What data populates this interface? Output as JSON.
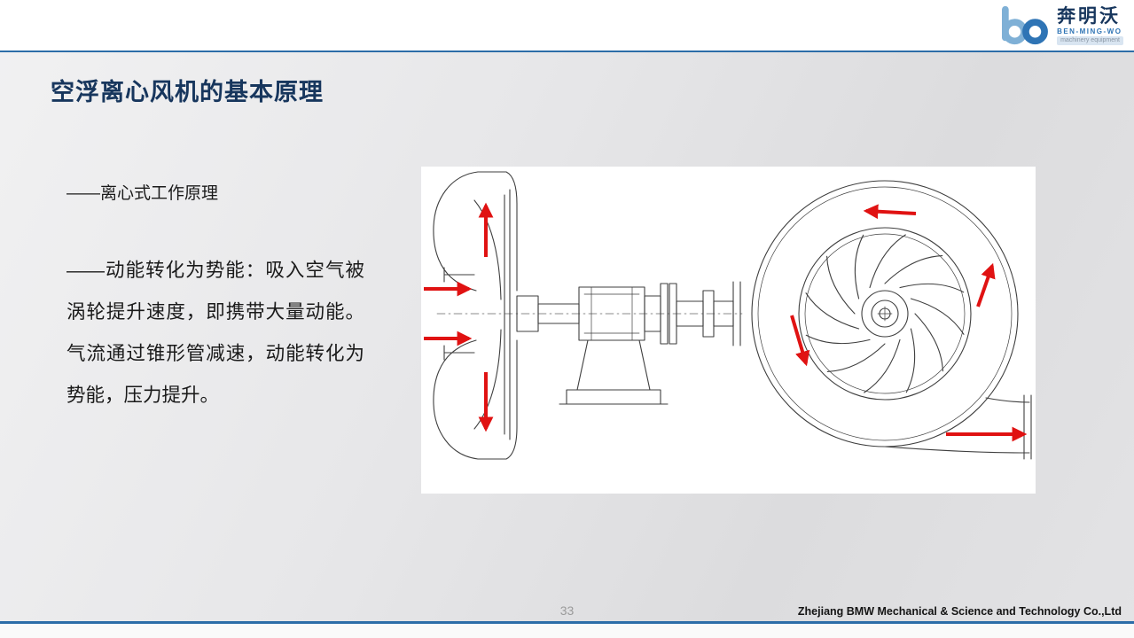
{
  "slide": {
    "title": "空浮离心风机的基本原理",
    "page_number": "33",
    "footer_company": "Zhejiang BMW Mechanical & Science and Technology Co.,Ltd"
  },
  "logo": {
    "mark": "bo",
    "company_cn": "奔明沃",
    "company_en": "BEN-MING-WO",
    "tagline": "machinery equipment"
  },
  "body": {
    "subtitle": "——离心式工作原理",
    "paragraph": "——动能转化为势能：吸入空气被涡轮提升速度，即携带大量动能。气流通过锥形管减速，动能转化为势能，压力提升。"
  },
  "diagram": {
    "label": "centrifugal-blower-technical-drawing"
  },
  "colors": {
    "title_navy": "#17365d",
    "accent_blue": "#2c6da8",
    "arrow_red": "#e01212",
    "logo_blue": "#2e74b5",
    "logo_light_blue": "#7fb0d6"
  }
}
